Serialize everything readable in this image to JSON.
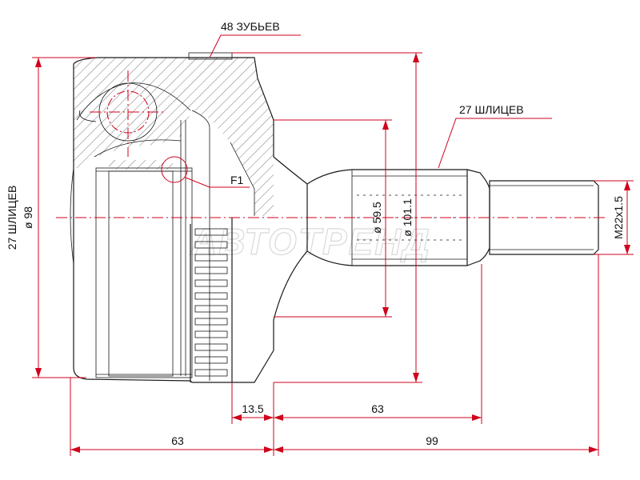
{
  "dimensions": {
    "left_length": "63",
    "right_length": "99",
    "abs_offset": "13.5",
    "stem_length": "63",
    "outer_diameter": "ø 98",
    "inner_splines": "27 ШЛИЦЕВ",
    "bore_diameter": "ø 59.5",
    "ring_diameter": "ø 101.1",
    "thread": "M22x1.5"
  },
  "callouts": {
    "abs_teeth": "48 ЗУБЬЕВ",
    "shaft_splines": "27 ШЛИЦЕВ",
    "detail": "F1"
  },
  "watermark": "АВТОТРЕНД",
  "colors": {
    "dimension": "#d0021b",
    "outline": "#1a1a1a",
    "watermark": "#d9d9d9"
  }
}
